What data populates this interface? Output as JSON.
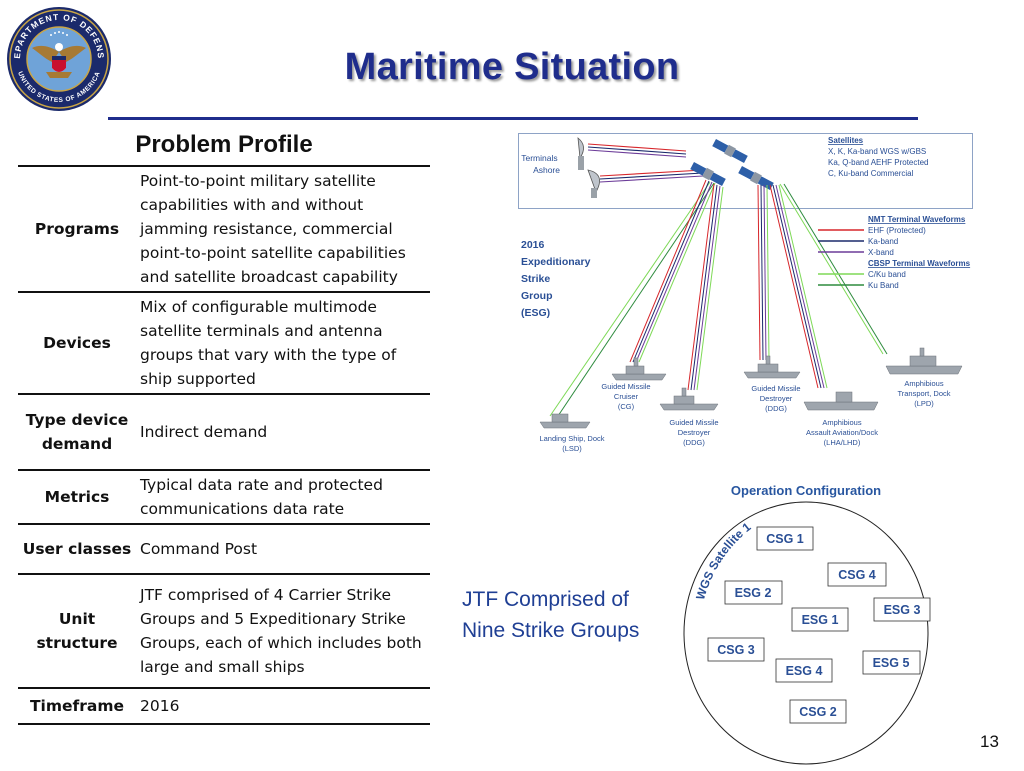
{
  "slide": {
    "title": "Maritime Situation",
    "page_number": "13",
    "seal": {
      "top_text": "DEPARTMENT OF DEFENSE",
      "bottom_text": "UNITED STATES OF AMERICA",
      "colors": {
        "ring": "#1b2a6b",
        "field": "#6fa3d8",
        "eagle": "#a77a34",
        "shield": "#c8102e"
      }
    },
    "colors": {
      "title": "#1f2d8c",
      "accent_blue": "#1f3f94",
      "diagram_text": "#2a4f95"
    }
  },
  "problem_profile": {
    "heading": "Problem Profile",
    "rows": [
      {
        "label": "Programs",
        "value": "Point-to-point military satellite capabilities with and without jamming resistance, commercial point-to-point satellite capabilities and satellite broadcast capability"
      },
      {
        "label": "Devices",
        "value": "Mix of configurable multimode satellite terminals and antenna groups that vary  with the type of ship supported"
      },
      {
        "label": "Type device demand",
        "value": "Indirect demand"
      },
      {
        "label": "Metrics",
        "value": "Typical data rate and protected communications data rate"
      },
      {
        "label": "User classes",
        "value": "Command Post"
      },
      {
        "label": "Unit structure",
        "value": "JTF comprised of 4 Carrier Strike Groups and 5 Expeditionary Strike Groups, each of which includes both large and small ships"
      },
      {
        "label": "Timeframe",
        "value": "2016"
      }
    ]
  },
  "diagram": {
    "terminals_label": [
      "Terminals",
      "Ashore"
    ],
    "satellites": {
      "heading": "Satellites",
      "lines": [
        "X, K, Ka-band WGS w/GBS",
        "Ka, Q-band AEHF Protected",
        "C, Ku-band Commercial"
      ]
    },
    "group_label": [
      "2016",
      "Expeditionary",
      "Strike",
      "Group",
      "(ESG)"
    ],
    "nmt_legend": {
      "heading": "NMT Terminal Waveforms",
      "items": [
        {
          "label": "EHF (Protected)",
          "color": "#d7262b"
        },
        {
          "label": "Ka-band",
          "color": "#1b2a6b"
        },
        {
          "label": "X-band",
          "color": "#6c3c99"
        }
      ]
    },
    "cbsp_legend": {
      "heading": "CBSP Terminal Waveforms",
      "items": [
        {
          "label": "C/Ku band",
          "color": "#7ed957"
        },
        {
          "label": "Ku Band",
          "color": "#2e8b3e"
        }
      ]
    },
    "ships": {
      "cg": [
        "Guided Missile",
        "Cruiser",
        "(CG)"
      ],
      "ddg1": [
        "Guided Missile",
        "Destroyer",
        "(DDG)"
      ],
      "lpd": [
        "Amphibious",
        "Transport, Dock",
        "(LPD)"
      ],
      "lsd": [
        "Landing Ship, Dock",
        "(LSD)"
      ],
      "ddg2": [
        "Guided Missile",
        "Destroyer",
        "(DDG)"
      ],
      "lha": [
        "Amphibious",
        "Assault Aviation/Dock",
        "(LHA/LHD)"
      ]
    }
  },
  "jtf_text": [
    "JTF Comprised of",
    "Nine Strike Groups"
  ],
  "operation": {
    "title": "Operation Configuration",
    "satellite_label": "WGS Satellite 1",
    "groups": [
      "CSG 1",
      "CSG 4",
      "ESG 2",
      "ESG 3",
      "ESG 1",
      "CSG 3",
      "ESG 5",
      "ESG 4",
      "CSG 2"
    ]
  }
}
